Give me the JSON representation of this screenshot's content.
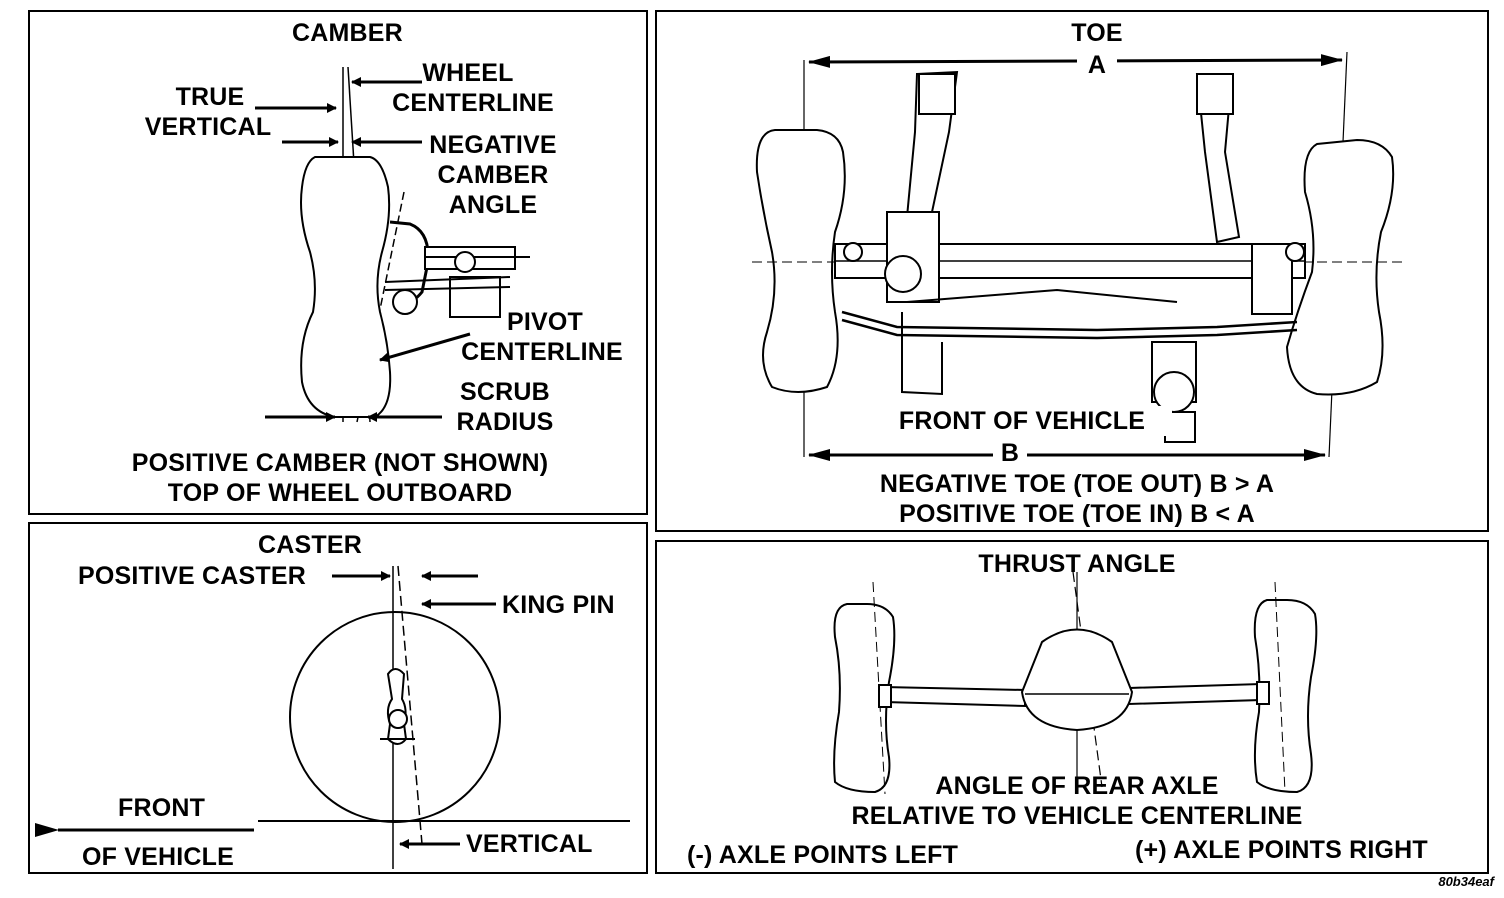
{
  "camber": {
    "title": "CAMBER",
    "wheel_centerline": [
      "WHEEL",
      "CENTERLINE"
    ],
    "true_vertical": [
      "TRUE",
      "VERTICAL"
    ],
    "negative_camber_angle": [
      "NEGATIVE",
      "CAMBER",
      "ANGLE"
    ],
    "pivot_centerline": [
      "PIVOT",
      "CENTERLINE"
    ],
    "scrub_radius": [
      "SCRUB",
      "RADIUS"
    ],
    "footer": [
      "POSITIVE CAMBER (NOT SHOWN)",
      "TOP OF WHEEL OUTBOARD"
    ]
  },
  "toe": {
    "title": "TOE",
    "dim_a": "A",
    "dim_b": "B",
    "front_of_vehicle": "FRONT OF VEHICLE",
    "footer": [
      "NEGATIVE TOE (TOE OUT) B > A",
      "POSITIVE TOE (TOE IN) B < A"
    ]
  },
  "caster": {
    "title": "CASTER",
    "positive_caster": "POSITIVE CASTER",
    "king_pin": "KING PIN",
    "front_of_vehicle": [
      "FRONT",
      "OF VEHICLE"
    ],
    "vertical": "VERTICAL"
  },
  "thrust": {
    "title": "THRUST ANGLE",
    "caption": [
      "ANGLE OF REAR AXLE",
      "RELATIVE TO VEHICLE CENTERLINE"
    ],
    "axle_left": "(-) AXLE POINTS LEFT",
    "axle_right": "(+) AXLE POINTS RIGHT"
  },
  "figure_code": "80b34eaf"
}
